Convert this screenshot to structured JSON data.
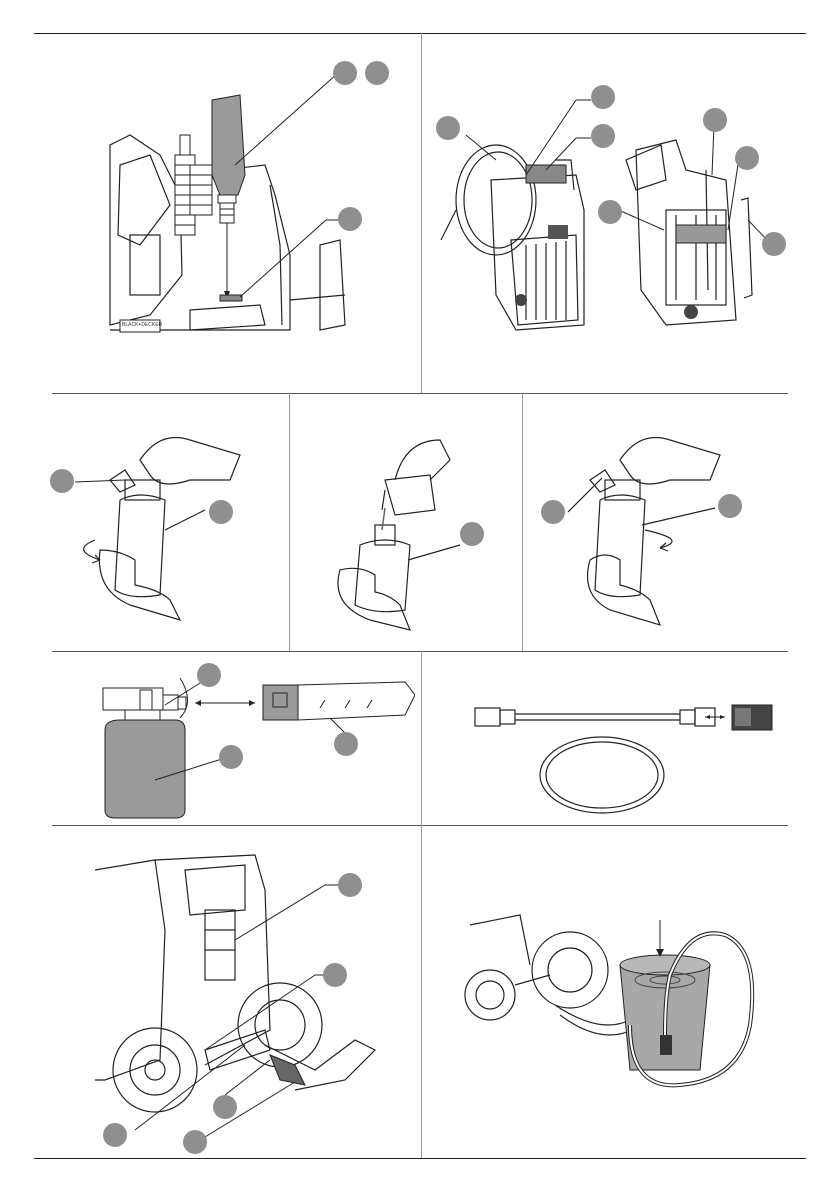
{
  "panels": {
    "fig1": {
      "id": "tank-mount"
    },
    "fig2": {
      "id": "storage"
    },
    "fig3": {
      "id": "bottle-open"
    },
    "fig4": {
      "id": "bottle-fill"
    },
    "fig5": {
      "id": "bottle-close"
    },
    "fig6": {
      "id": "bottle-attach"
    },
    "fig7": {
      "id": "hose-connector"
    },
    "fig8": {
      "id": "hose-inlet"
    },
    "fig9": {
      "id": "bucket-suction"
    }
  },
  "product_label": {
    "text": "BLACK+DECKER"
  },
  "callout_style": {
    "fill": "#8f8f8f"
  }
}
